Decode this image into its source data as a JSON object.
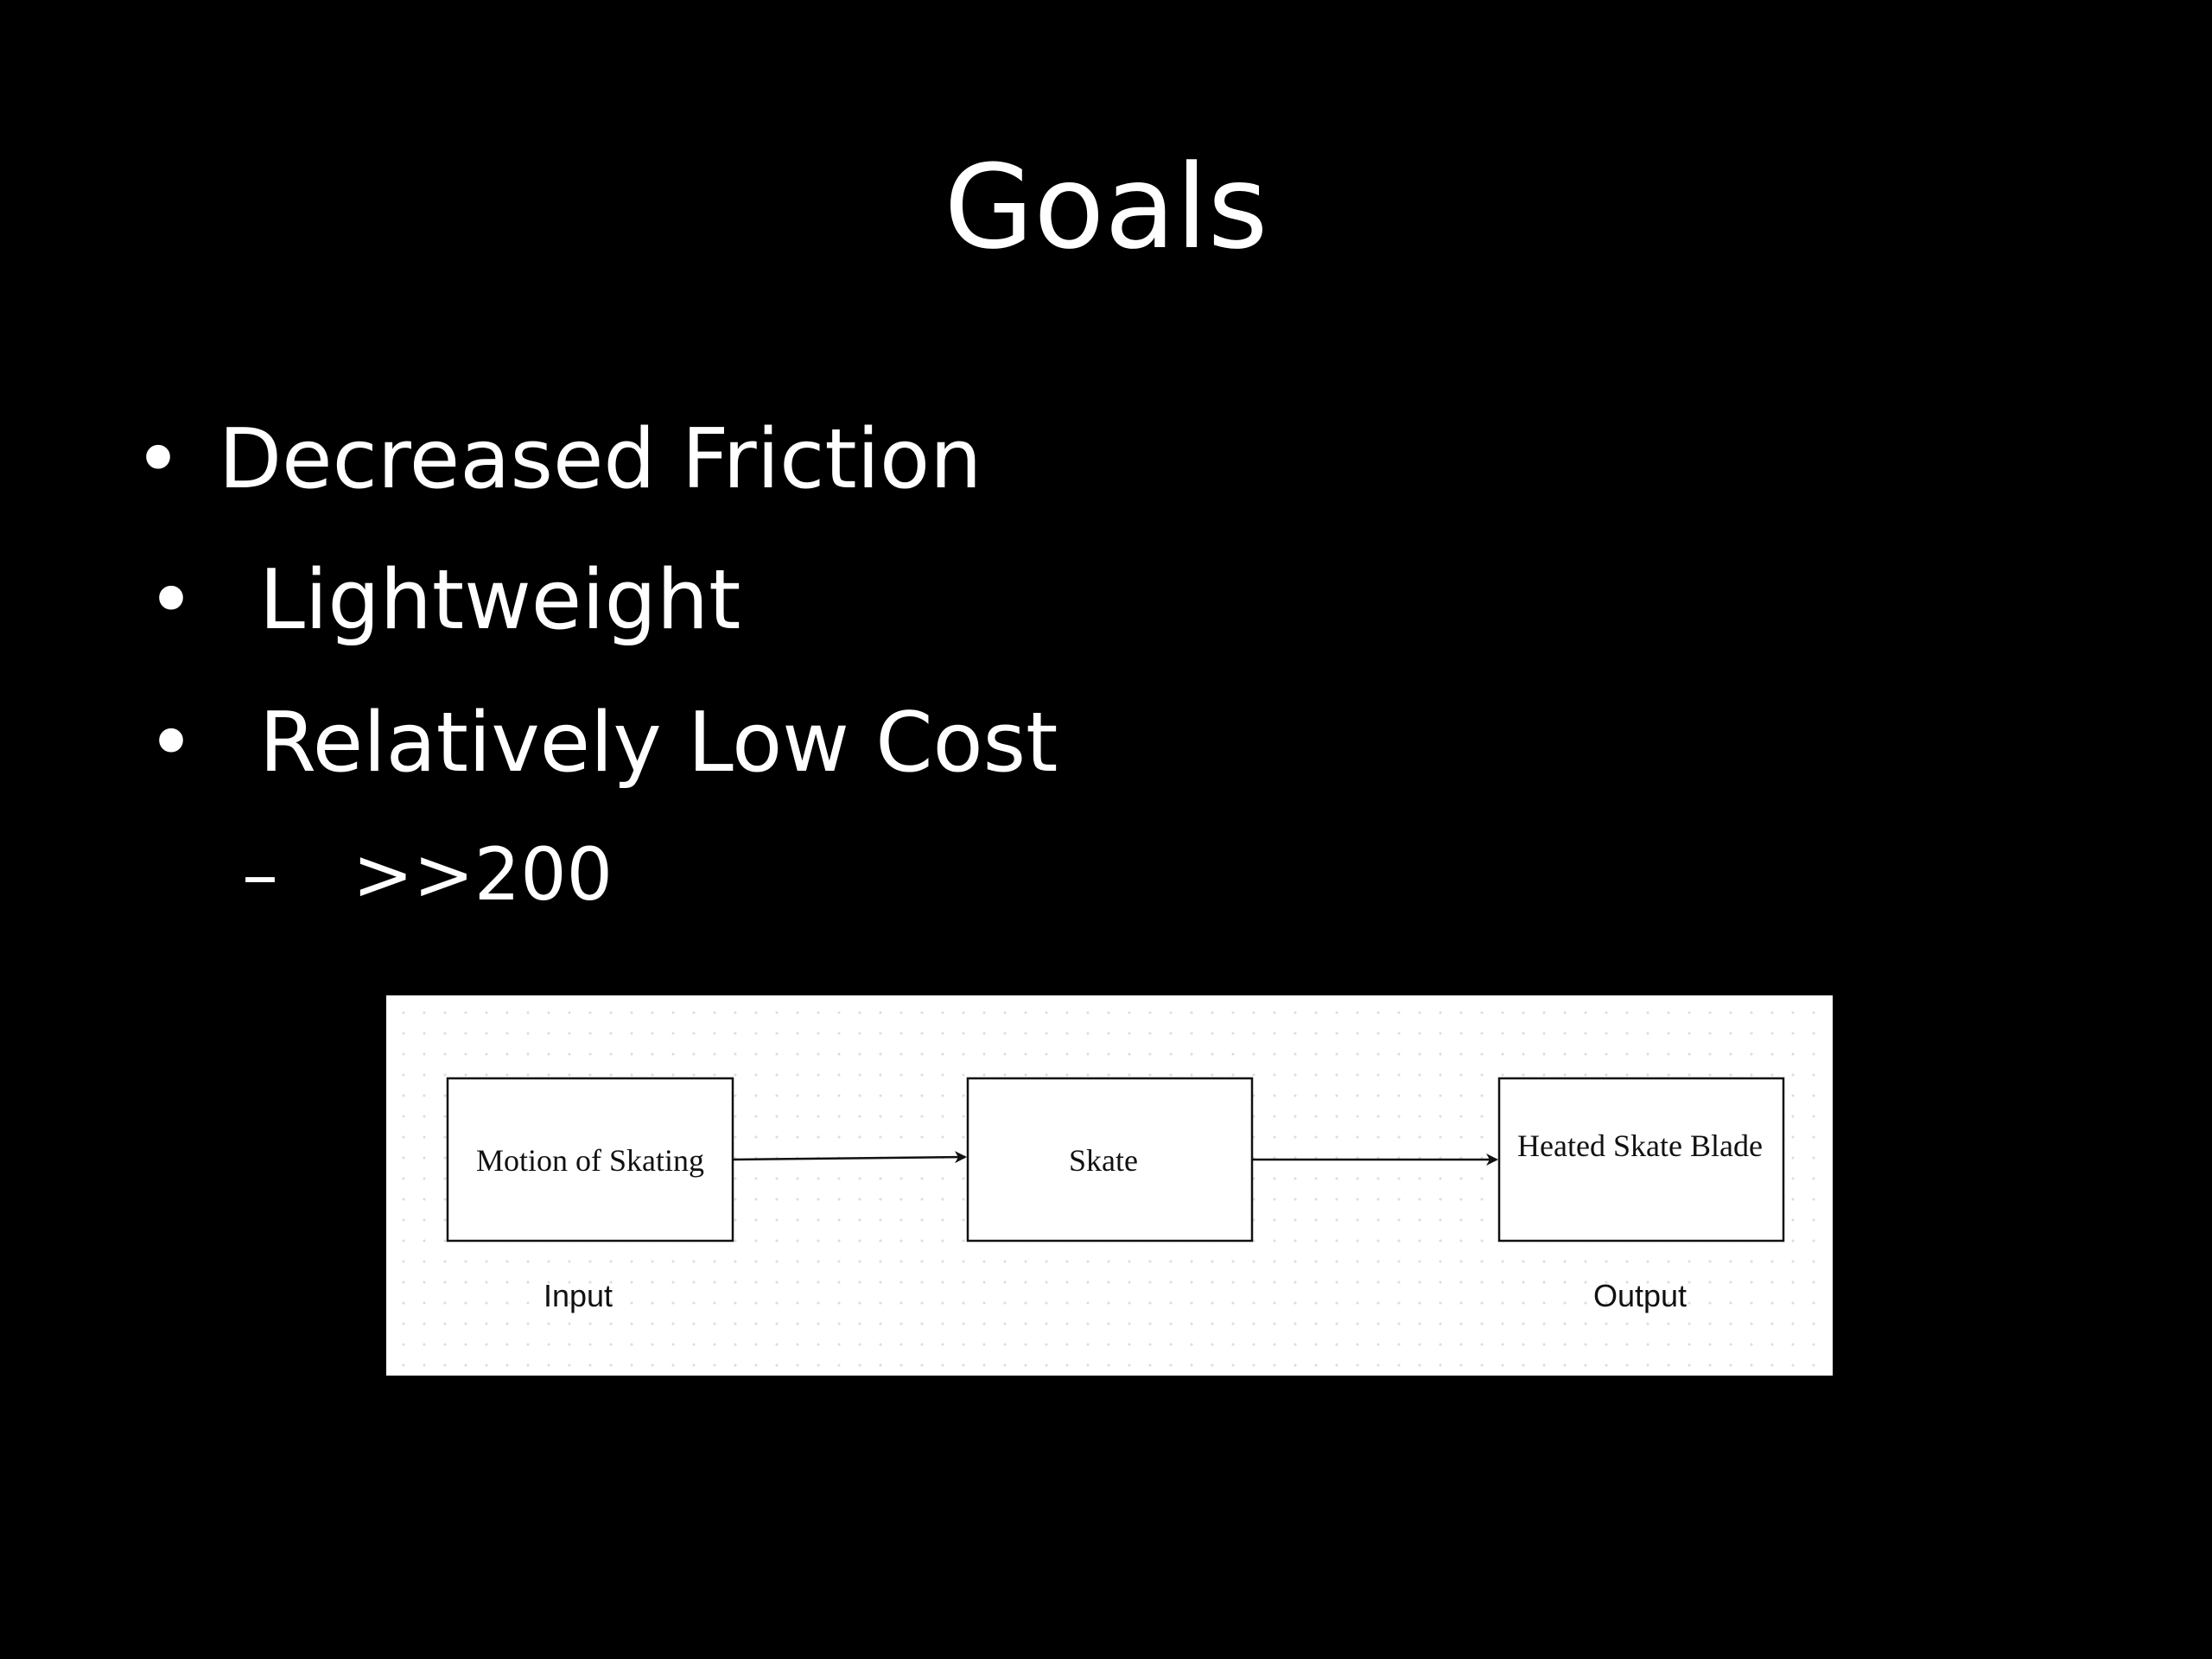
{
  "slide": {
    "title": "Goals",
    "bullets": [
      {
        "mark": "•",
        "text": "Decreased Friction"
      },
      {
        "mark": "•",
        "text": "Lightweight"
      },
      {
        "mark": "•",
        "text": "Relatively Low Cost"
      }
    ],
    "sub_bullet": {
      "mark": "–",
      "text": ">>200"
    }
  },
  "diagram": {
    "nodes": [
      {
        "label": "Motion of Skating"
      },
      {
        "label": "Skate"
      },
      {
        "label": "Heated Skate Blade"
      }
    ],
    "input_label": "Input",
    "output_label": "Output",
    "colors": {
      "background": "#000000",
      "text": "#ffffff",
      "panel": "#ffffff",
      "stroke": "#111111"
    }
  }
}
